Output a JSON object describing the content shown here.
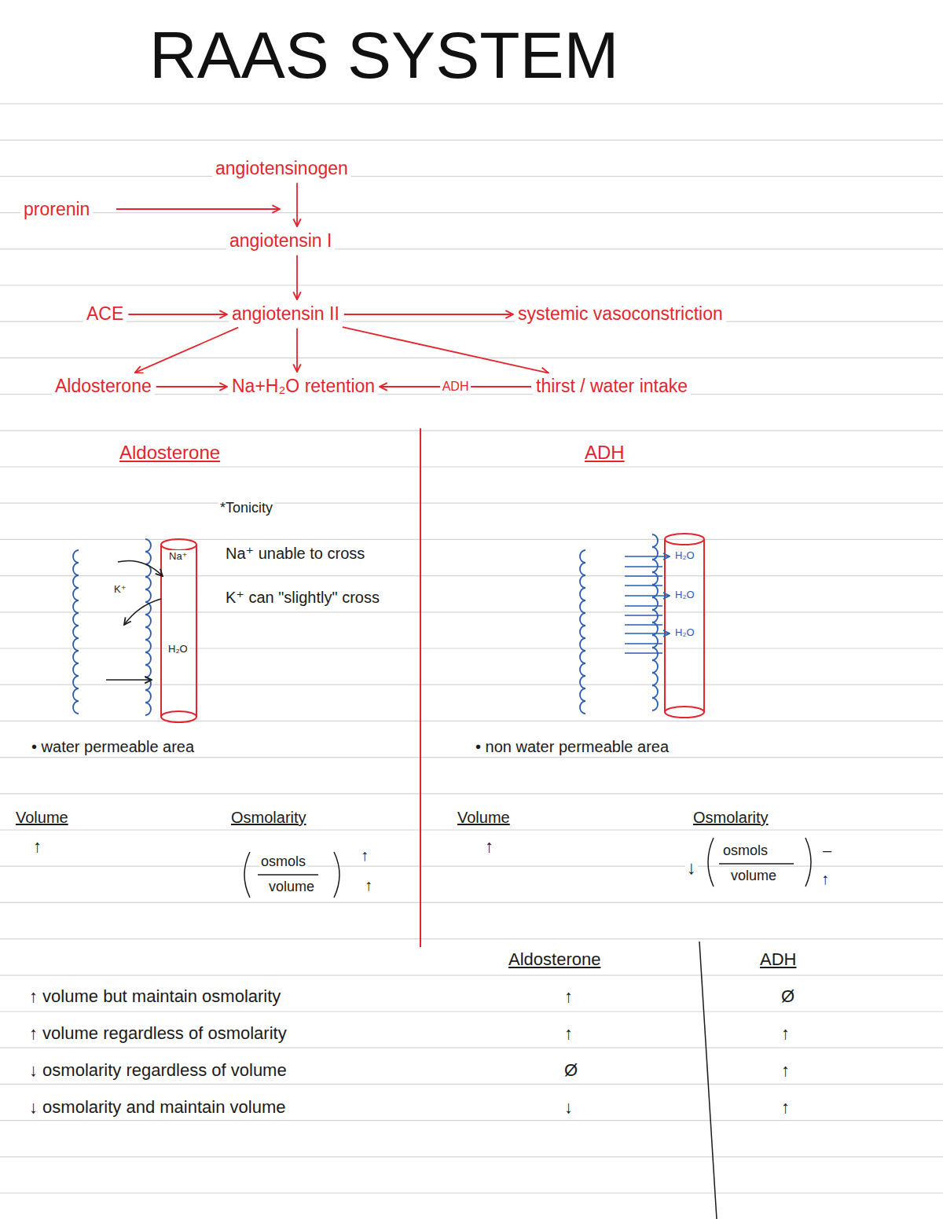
{
  "diagram": {
    "title": "RAAS SYSTEM",
    "nodes": [
      {
        "text": [
          "angiotensinogen"
        ]
      },
      {
        "text": [
          "prorenin"
        ]
      },
      {
        "text": [
          "angiotensin I"
        ]
      },
      {
        "text": [
          "ACE"
        ]
      },
      {
        "text": [
          "angiotensin II"
        ]
      },
      {
        "text": [
          "systemic vasoconstriction"
        ]
      },
      {
        "text": [
          "Aldosterone"
        ]
      },
      {
        "text": [
          "Na+H₂O retention"
        ]
      },
      {
        "text": [
          "thirst / water intake"
        ]
      }
    ],
    "edges": [
      {
        "from": 0,
        "to": 2,
        "arrow": "to"
      },
      {
        "from": 2,
        "to": 4,
        "arrow": "to"
      },
      {
        "from": 3,
        "to": 4,
        "arrow": "to"
      },
      {
        "from": 4,
        "to": 5,
        "arrow": "to"
      },
      {
        "from": 4,
        "to": 6,
        "arrow": "to"
      },
      {
        "from": 4,
        "to": 7,
        "arrow": "to"
      },
      {
        "from": 4,
        "to": 8,
        "arrow": "to"
      },
      {
        "from": 6,
        "to": 7,
        "arrow": "to"
      },
      {
        "from": 8,
        "to": 7,
        "label": "ADH",
        "arrow": "to"
      }
    ],
    "labels": [
      "Aldosterone",
      "ADH",
      "*Tonicity",
      "Na⁺",
      "K⁺",
      "H₂O",
      "Na⁺ unable to cross",
      "K⁺ can \"slightly\" cross",
      "• water permeable area",
      "Volume",
      "↑",
      "Osmolarity",
      "osmols",
      "volume",
      "↑",
      "↑",
      "H₂O",
      "H₂O",
      "H₂O",
      "• non water permeable area",
      "Volume",
      "↑",
      "Osmolarity",
      "↓",
      "osmols",
      "volume",
      "–",
      "↑",
      "Aldosterone",
      "ADH",
      "↑ volume but maintain osmolarity",
      "↑",
      "Ø",
      "↑ volume regardless of osmolarity",
      "↑",
      "↑",
      "↓ osmolarity regardless of volume",
      "Ø",
      "↑",
      "↓ osmolarity and maintain volume",
      "↓",
      "↑"
    ]
  }
}
